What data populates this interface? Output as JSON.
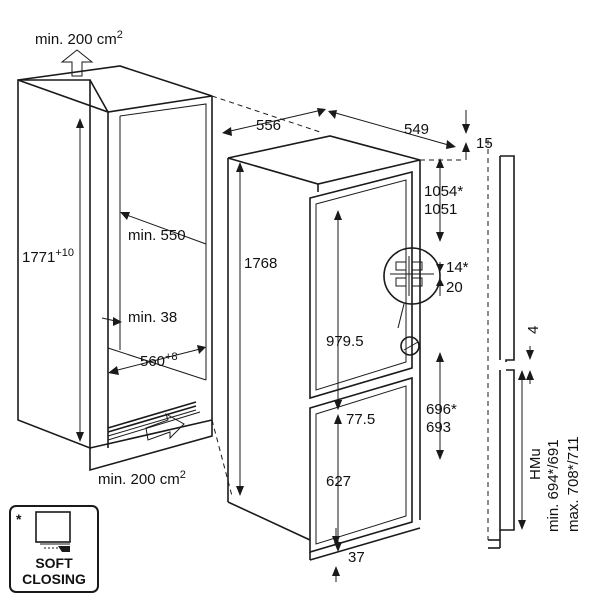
{
  "labels": {
    "vent_top": "min. 200 cm",
    "vent_top_sup": "2",
    "vent_bottom": "min. 200 cm",
    "vent_bottom_sup": "2",
    "niche_height": "1771",
    "niche_height_sup": "+10",
    "niche_depth": "min. 550",
    "side_clearance": "min. 38",
    "niche_width": "560",
    "niche_width_sup": "+8",
    "appliance_depth": "556",
    "appliance_width": "549",
    "top_gap": "15",
    "appliance_height": "1768",
    "upper_door_a": "1054*",
    "upper_door_b": "1051",
    "hinge_a": "14*",
    "hinge_b": "20",
    "fridge_section": "979.5",
    "lower_door_a": "696*",
    "lower_door_b": "693",
    "gap_doors": "77.5",
    "freezer_section": "627",
    "bottom_gap": "37",
    "rail_gap": "4",
    "hmu": "HMu",
    "hmu_min": "min. 694*/691",
    "hmu_max": "max. 708*/711",
    "badge_star": "*",
    "badge_line1": "SOFT",
    "badge_line2": "CLOSING"
  }
}
